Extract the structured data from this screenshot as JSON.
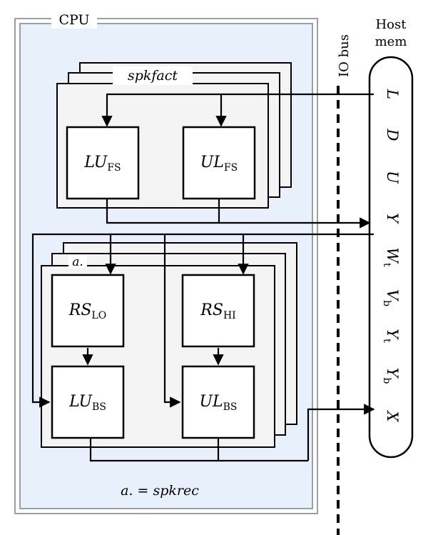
{
  "cpu_label": "CPU",
  "io_bus_label": "IO bus",
  "host_label_line1": "Host",
  "host_label_line2": "mem",
  "spkfact_label": "spkfact",
  "abbrev_label": "a.",
  "legend_label": "a. = spkrec",
  "blocks": {
    "lu_fs": {
      "base": "LU",
      "sub": "FS"
    },
    "ul_fs": {
      "base": "UL",
      "sub": "FS"
    },
    "rs_lo": {
      "base": "RS",
      "sub": "LO"
    },
    "rs_hi": {
      "base": "RS",
      "sub": "HI"
    },
    "lu_bs": {
      "base": "LU",
      "sub": "BS"
    },
    "ul_bs": {
      "base": "UL",
      "sub": "BS"
    }
  },
  "host_vars": [
    {
      "base": "L",
      "sub": ""
    },
    {
      "base": "D",
      "sub": ""
    },
    {
      "base": "U",
      "sub": ""
    },
    {
      "base": "Y",
      "sub": ""
    },
    {
      "base": "W",
      "sub": "t"
    },
    {
      "base": "V",
      "sub": "b"
    },
    {
      "base": "Y",
      "sub": "t"
    },
    {
      "base": "Y",
      "sub": "b"
    },
    {
      "base": "X",
      "sub": ""
    }
  ],
  "colors": {
    "cpu_fill": "#e8f0fb",
    "cpu_border": "#9aa0a8",
    "block_fill": "#f4f4f4",
    "line": "#000000"
  }
}
